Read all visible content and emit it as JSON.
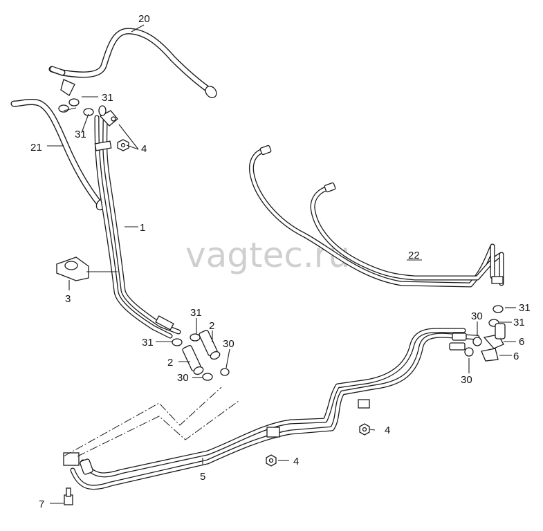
{
  "watermark": "vagtec.ru",
  "callouts": {
    "c1": "1",
    "c2a": "2",
    "c2b": "2",
    "c3": "3",
    "c4a": "4",
    "c4b": "4",
    "c4c": "4",
    "c5": "5",
    "c6a": "6",
    "c6b": "6",
    "c7": "7",
    "c20": "20",
    "c21": "21",
    "c22": "22",
    "c30a": "30",
    "c30b": "30",
    "c30c": "30",
    "c30d": "30",
    "c31a": "31",
    "c31b": "31",
    "c31c": "31",
    "c31d": "31",
    "c31e": "31"
  }
}
